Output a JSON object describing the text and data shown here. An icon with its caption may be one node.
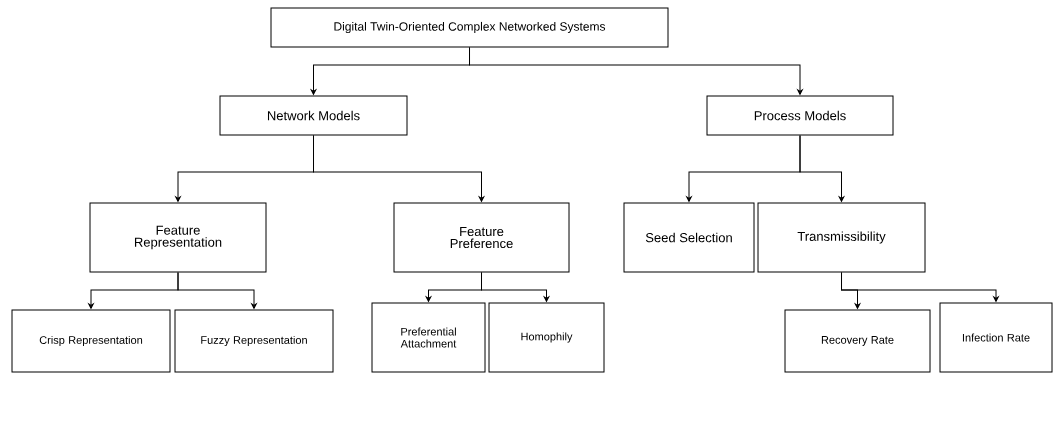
{
  "diagram": {
    "nodes": [
      {
        "text": [
          "Digital Twin-Oriented Complex Networked Systems"
        ]
      },
      {
        "text": [
          "Network Models"
        ]
      },
      {
        "text": [
          "Process Models"
        ]
      },
      {
        "text": [
          "Feature Representation"
        ]
      },
      {
        "text": [
          "Feature Preference"
        ]
      },
      {
        "text": [
          "Seed Selection"
        ]
      },
      {
        "text": [
          "Transmissibility"
        ]
      },
      {
        "text": [
          "Crisp Representation"
        ]
      },
      {
        "text": [
          "Fuzzy Representation"
        ]
      },
      {
        "text": [
          "Preferential Attachment"
        ]
      },
      {
        "text": [
          "Homophily"
        ]
      },
      {
        "text": [
          "Recovery Rate"
        ]
      },
      {
        "text": [
          "Infection Rate"
        ]
      }
    ],
    "edges": [
      {
        "from": 0,
        "to": 1,
        "arrow": "to"
      },
      {
        "from": 0,
        "to": 2,
        "arrow": "to"
      },
      {
        "from": 1,
        "to": 3,
        "arrow": "to"
      },
      {
        "from": 1,
        "to": 4,
        "arrow": "to"
      },
      {
        "from": 2,
        "to": 5,
        "arrow": "to"
      },
      {
        "from": 2,
        "to": 6,
        "arrow": "to"
      },
      {
        "from": 3,
        "to": 7,
        "arrow": "to"
      },
      {
        "from": 3,
        "to": 8,
        "arrow": "to"
      },
      {
        "from": 4,
        "to": 9,
        "arrow": "to"
      },
      {
        "from": 4,
        "to": 10,
        "arrow": "to"
      },
      {
        "from": 6,
        "to": 11,
        "arrow": "to"
      },
      {
        "from": 6,
        "to": 12,
        "arrow": "to"
      }
    ]
  }
}
